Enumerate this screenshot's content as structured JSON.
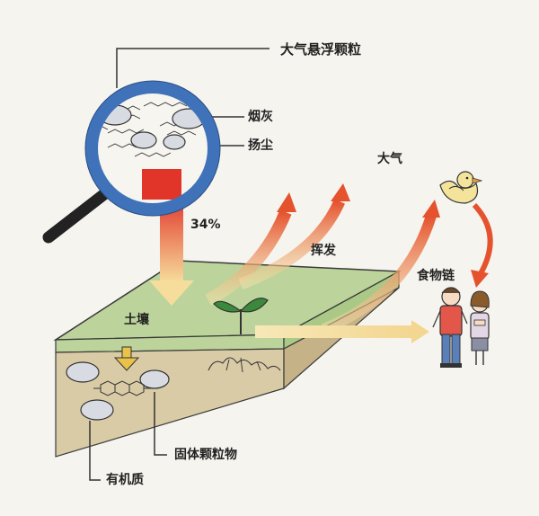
{
  "labels": {
    "aerosol": "大气悬浮颗粒",
    "soot": "烟灰",
    "dust": "扬尘",
    "atmosphere": "大气",
    "percent": "34%",
    "volatilize": "挥发",
    "food_chain": "食物链",
    "soil": "土壤",
    "solid_particles": "固体颗粒物",
    "organic_matter": "有机质"
  },
  "colors": {
    "lens_ring": "#3f72b8",
    "red_block": "#e2352a",
    "arrow_start": "#f0d79a",
    "arrow_end": "#e5522e",
    "soil_top": "#bcd49b",
    "soil_side": "#d9cba5",
    "soil_dark": "#c5b287",
    "bird": "#f4e39a"
  },
  "icons": [
    "magnifier-icon",
    "plant-icon",
    "bird-icon",
    "man-icon",
    "woman-icon",
    "down-arrow-icon"
  ]
}
